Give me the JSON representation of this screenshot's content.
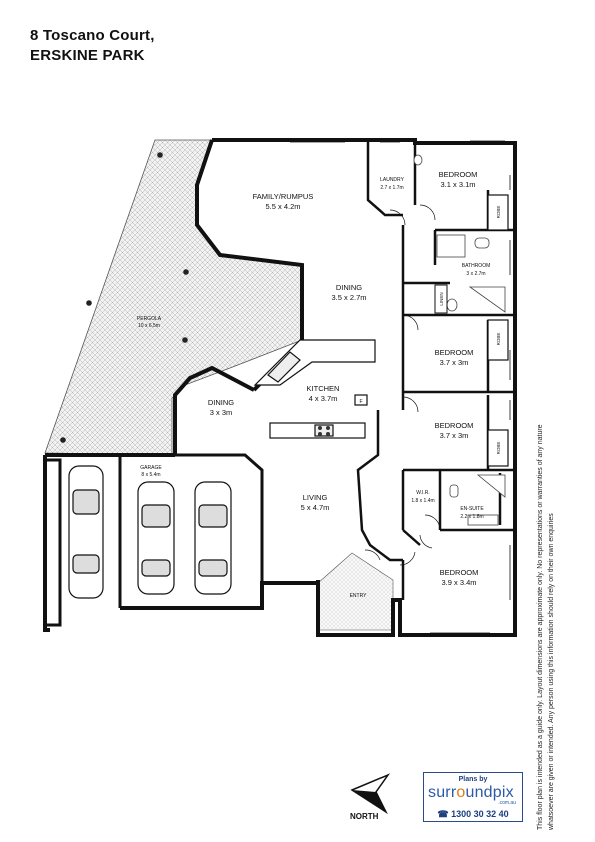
{
  "title": {
    "line1": "8 Toscano Court,",
    "line2": "ERSKINE PARK"
  },
  "rooms": {
    "family": {
      "name": "FAMILY/RUMPUS",
      "dims": "5.5 x 4.2m"
    },
    "laundry": {
      "name": "LAUNDRY",
      "dims": "2.7 x 1.7m"
    },
    "bed1": {
      "name": "BEDROOM",
      "dims": "3.1 x 3.1m"
    },
    "robe1": "ROBE",
    "bathroom": {
      "name": "BATHROOM",
      "dims": "3 x 2.7m"
    },
    "linen": "LINEN",
    "dining1": {
      "name": "DINING",
      "dims": "3.5 x 2.7m"
    },
    "pergola": {
      "name": "PERGOLA",
      "dims": "10 x 6.5m"
    },
    "bed2": {
      "name": "BEDROOM",
      "dims": "3.7 x 3m"
    },
    "robe2": "ROBE",
    "kitchen": {
      "name": "KITCHEN",
      "dims": "4 x 3.7m"
    },
    "fridge": "F",
    "dining2": {
      "name": "DINING",
      "dims": "3 x 3m"
    },
    "bed3": {
      "name": "BEDROOM",
      "dims": "3.7 x 3m"
    },
    "robe3": "ROBE",
    "garage": {
      "name": "GARAGE",
      "dims": "8 x 5.4m"
    },
    "wir": {
      "name": "W.I.R.",
      "dims": "1.8 x 1.4m"
    },
    "ensuite": {
      "name": "EN-SUITE",
      "dims": "2.2 x 1.8m"
    },
    "living": {
      "name": "LIVING",
      "dims": "5 x 4.7m"
    },
    "entry": "ENTRY",
    "bed4": {
      "name": "BEDROOM",
      "dims": "3.9 x 3.4m"
    }
  },
  "disclaimer": {
    "line1": "This floor plan is intended as a guide only. Layout dimensions are approximate only. No representations or warranties of any nature",
    "line2": "whatsoever are given or intended. Any person using this information should rely on their own enquiries"
  },
  "compass": {
    "label": "NORTH",
    "icon": "north-arrow-icon"
  },
  "logo": {
    "plans_by": "Plans by",
    "brand_a": "surr",
    "brand_o": "o",
    "brand_b": "undpix",
    "domain": ".com.au",
    "phone": "1300 30 32 40",
    "phone_icon": "phone-icon",
    "colors": {
      "primary": "#2b5aa8",
      "accent": "#e07a12"
    }
  }
}
